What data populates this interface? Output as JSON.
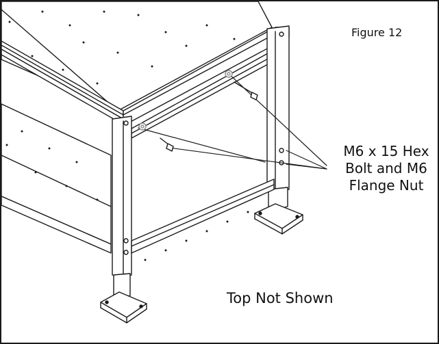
{
  "figure": {
    "title": "Figure 12",
    "callout_lines": [
      "M6 x 15 Hex",
      "Bolt and M6",
      "Flange Nut"
    ],
    "note": "Top Not Shown"
  },
  "colors": {
    "line": "#1a1a1a",
    "background": "#ffffff",
    "frame_border": "#1a1a1a"
  },
  "icons": [
    "hex-bolt-icon",
    "flange-nut-icon"
  ]
}
